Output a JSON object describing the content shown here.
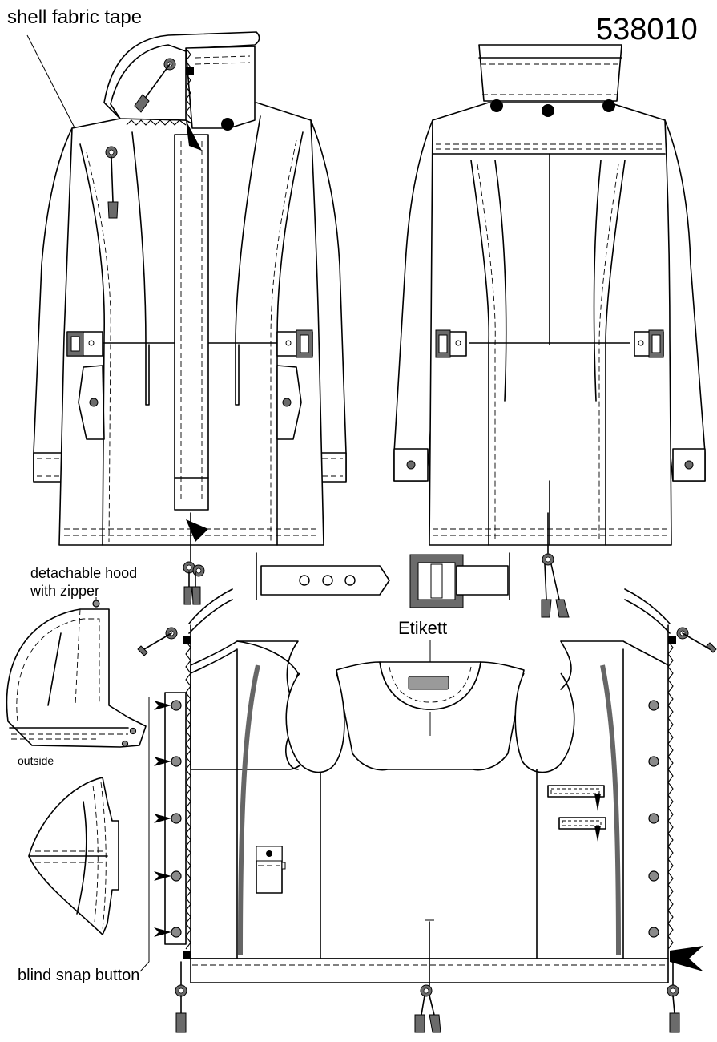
{
  "labels": {
    "style_number": "538010",
    "shell_fabric_tape": "shell fabric tape",
    "detachable_hood_line1": "detachable hood",
    "detachable_hood_line2": "with zipper",
    "outside": "outside",
    "etikett": "Etikett",
    "blind_snap_button": "blind snap button"
  },
  "colors": {
    "line": "#000000",
    "background": "#ffffff",
    "hardware_grey": "#6b6b6b",
    "snap_grey": "#8a8a8a"
  }
}
